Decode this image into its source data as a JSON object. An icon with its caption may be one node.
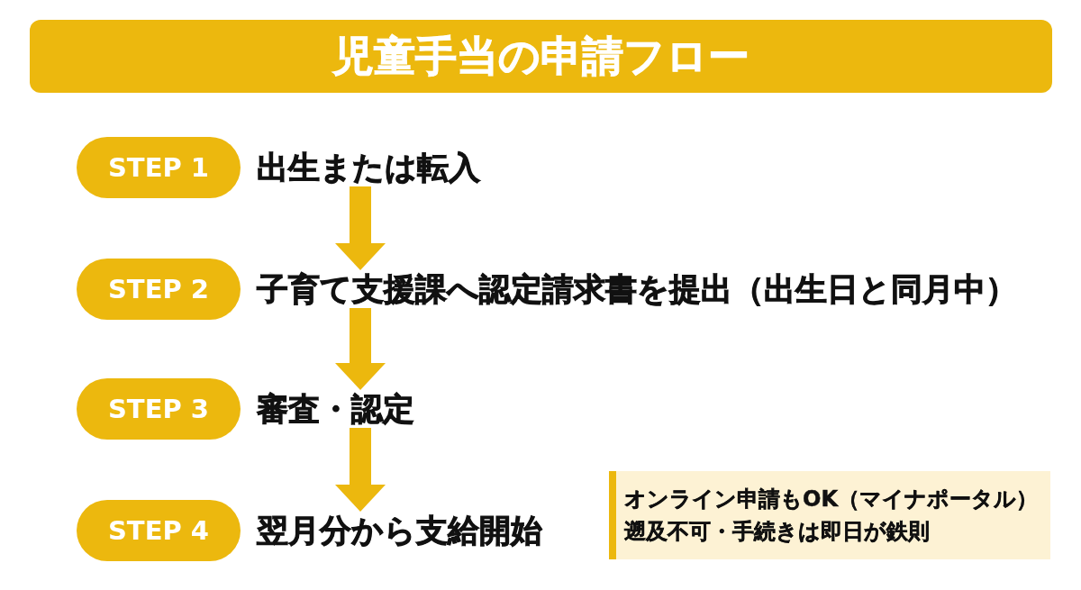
{
  "diagram": {
    "title": "児童手当の申請フロー",
    "nodes": [
      {
        "text": [
          "STEP 1"
        ],
        "beside": [
          "出生または転入"
        ]
      },
      {
        "text": [
          "STEP 2"
        ],
        "beside": [
          "子育て支援課へ認定請求書を提出（出生日と同月中）"
        ]
      },
      {
        "text": [
          "STEP 3"
        ],
        "beside": [
          "審査・認定"
        ]
      },
      {
        "text": [
          "STEP 4"
        ],
        "beside": [
          "翌月分から支給開始"
        ]
      },
      {
        "text": [
          "オンライン申請もOK（マイナポータル）",
          "遡及不可・手続きは即日が鉄則"
        ]
      }
    ],
    "edges": [
      {
        "from": 0,
        "to": 1,
        "arrow": "to"
      },
      {
        "from": 1,
        "to": 2,
        "arrow": "to"
      },
      {
        "from": 2,
        "to": 3,
        "arrow": "to"
      }
    ]
  }
}
